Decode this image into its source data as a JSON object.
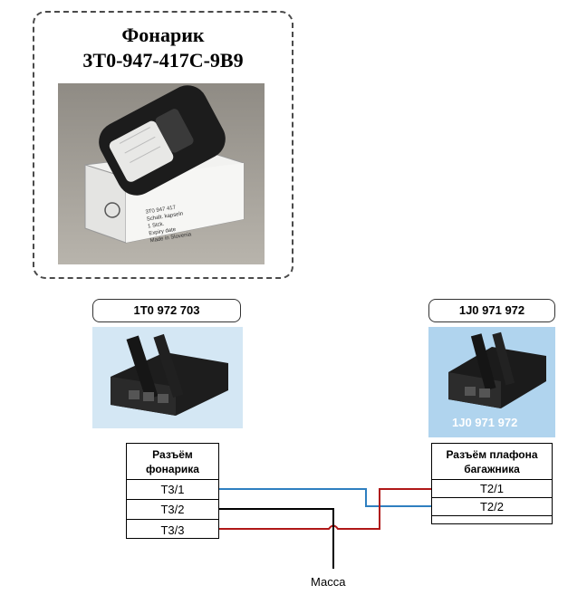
{
  "flashlight": {
    "title_line1": "Фонарик",
    "title_line2": "3T0-947-417C-9B9",
    "box_label_lines": [
      "3T0 947 417",
      "Schalt. kapseln",
      "1 Stck.",
      "Expiry date",
      "Made in Slovenia"
    ]
  },
  "connector_left": {
    "part_number": "1T0 972 703",
    "table_title_line1": "Разъём",
    "table_title_line2": "фонарика",
    "pins": [
      "T3/1",
      "T3/2",
      "T3/3"
    ]
  },
  "connector_right": {
    "part_number": "1J0 971 972",
    "photo_caption": "1J0 971 972",
    "table_title_line1": "Разъём плафона",
    "table_title_line2": "багажника",
    "pins": [
      "T2/1",
      "T2/2"
    ]
  },
  "ground_label": "Масса",
  "colors": {
    "wire_blue": "#2f7fc0",
    "wire_red": "#b01818",
    "wire_black": "#000000",
    "photo_bg": "#cfe4f2"
  }
}
